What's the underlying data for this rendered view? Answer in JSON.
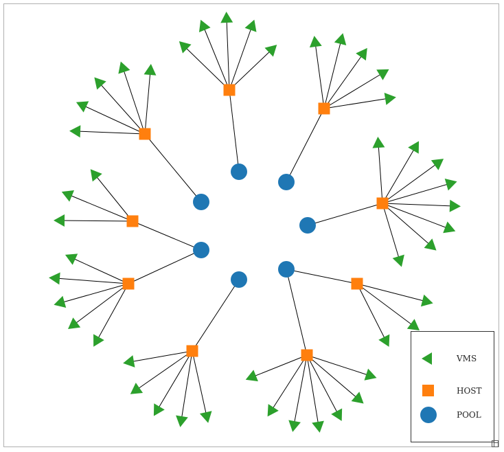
{
  "colors": {
    "vms": "#2ca02c",
    "host": "#ff7f0e",
    "pool": "#1f77b4",
    "edge": "#000000"
  },
  "legend": {
    "vms_label": "VMS",
    "host_label": "HOST",
    "pool_label": "POOL"
  }
}
